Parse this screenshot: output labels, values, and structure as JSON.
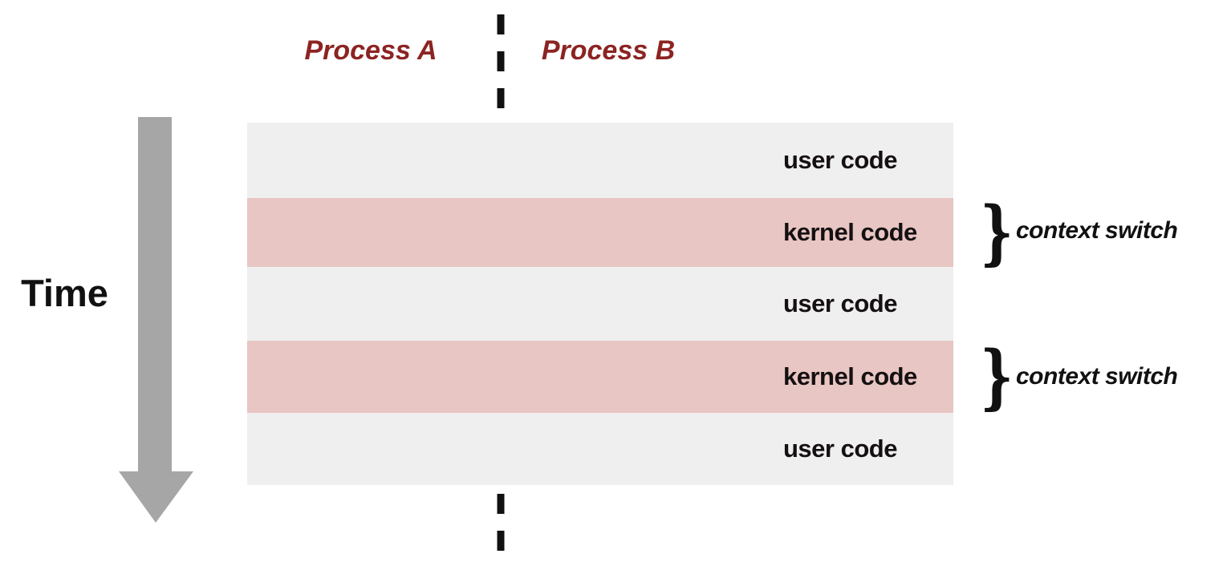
{
  "header": {
    "process_a": "Process A",
    "process_b": "Process B"
  },
  "time_axis": {
    "label": "Time",
    "direction": "down"
  },
  "bands": [
    {
      "type": "user",
      "label": "user code"
    },
    {
      "type": "kernel",
      "label": "kernel code"
    },
    {
      "type": "user",
      "label": "user code"
    },
    {
      "type": "kernel",
      "label": "kernel code"
    },
    {
      "type": "user",
      "label": "user code"
    }
  ],
  "annotations": {
    "brace_glyph": "}",
    "context_switch_1": "context switch",
    "context_switch_2": "context switch"
  },
  "colors": {
    "process_label_red": "#8c2422",
    "user_band_gray": "#f0eff0",
    "kernel_band_pink": "#e8c6c3",
    "time_arrow_gray": "#a6a6a6",
    "flow_line_black": "#111111",
    "background": "#ffffff"
  }
}
